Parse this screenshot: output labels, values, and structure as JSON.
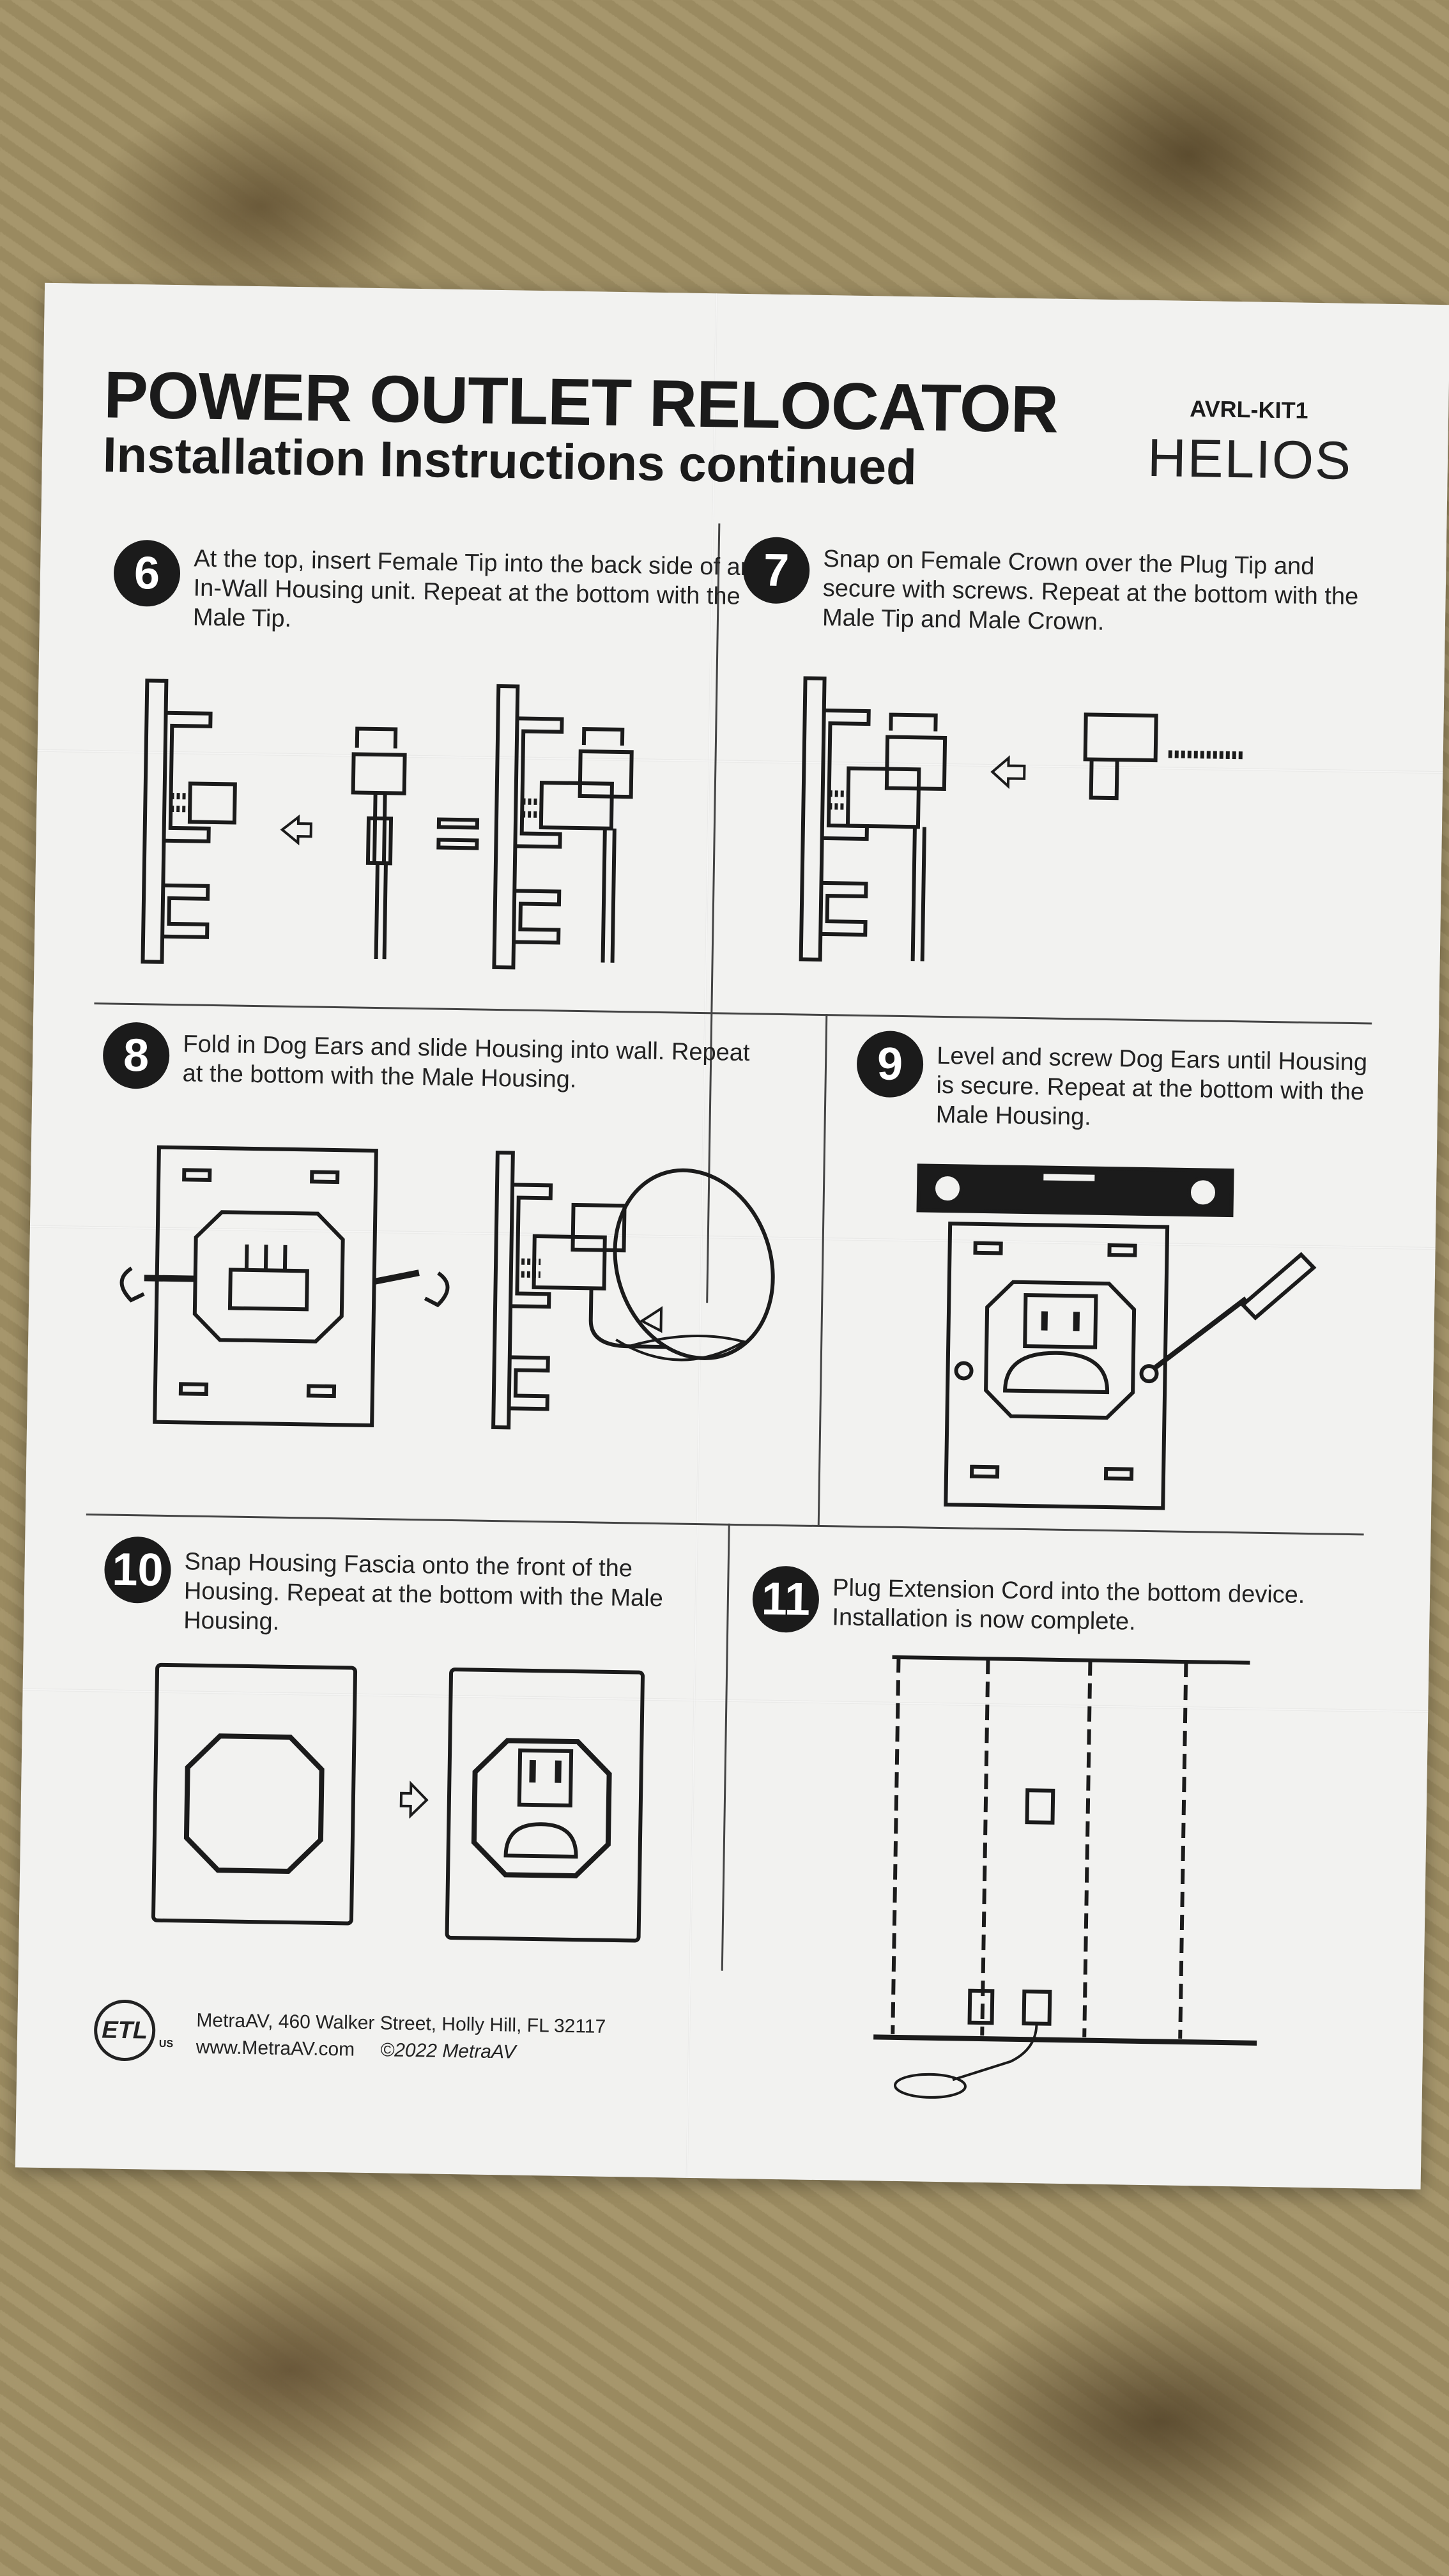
{
  "header": {
    "title": "POWER OUTLET RELOCATOR",
    "subtitle": "Installation Instructions continued",
    "model": "AVRL-KIT1",
    "brand": "HELIOS"
  },
  "steps": [
    {
      "number": "6",
      "text": "At the top, insert Female Tip into the back side of an In-Wall Housing unit. Repeat at the bottom with the Male Tip."
    },
    {
      "number": "7",
      "text": "Snap on Female Crown over the Plug Tip and secure with screws. Repeat at the bottom with the Male Tip and Male Crown."
    },
    {
      "number": "8",
      "text": "Fold in Dog Ears and slide Housing into wall. Repeat at the bottom with the Male Housing."
    },
    {
      "number": "9",
      "text": "Level and screw Dog Ears until Housing is secure. Repeat at the bottom with the Male Housing."
    },
    {
      "number": "10",
      "text": "Snap Housing Fascia onto the front of the Housing. Repeat at the bottom with the Male Housing."
    },
    {
      "number": "11",
      "text": "Plug Extension Cord into the bottom device. Installation is now complete."
    }
  ],
  "footer": {
    "certification_mark": "ETL",
    "certification_region": "US",
    "address": "MetraAV, 460 Walker Street, Holly Hill, FL 32117",
    "website": "www.MetraAV.com",
    "copyright": "©2022 MetraAV"
  }
}
